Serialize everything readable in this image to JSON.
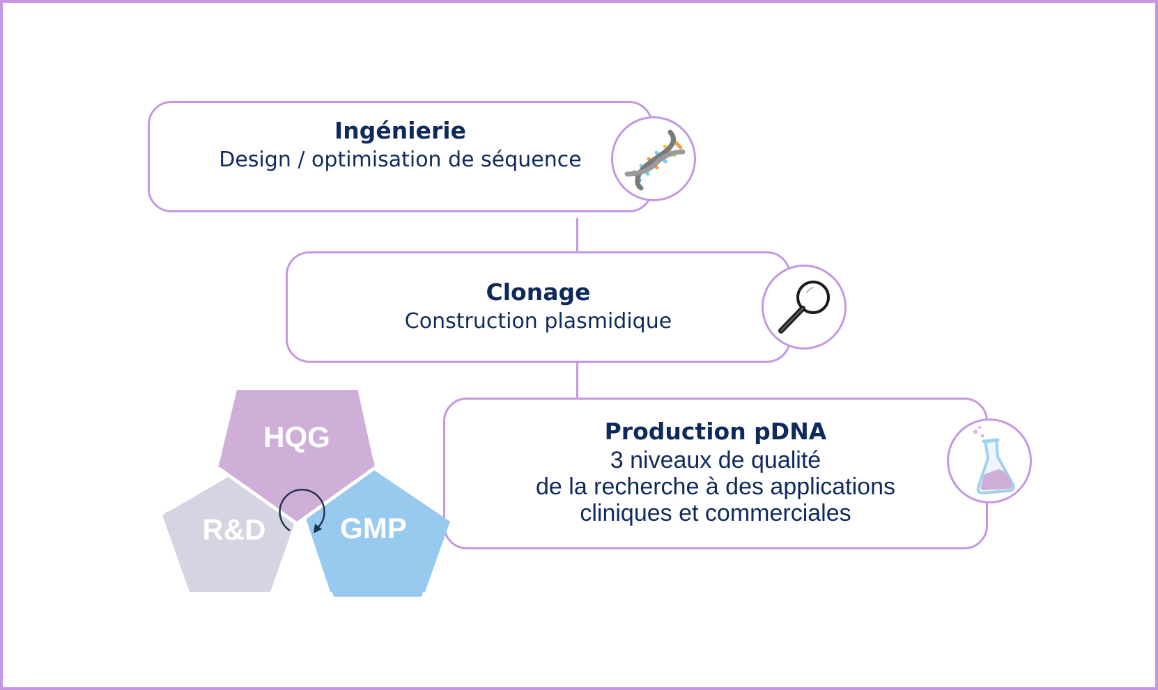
{
  "steps": {
    "engineering": {
      "title": "Ingénierie",
      "subtitle": "Design / optimisation de séquence",
      "icon": "dna-icon"
    },
    "cloning": {
      "title": "Clonage",
      "subtitle": "Construction plasmidique",
      "icon": "magnifier-icon"
    },
    "production": {
      "title": "Production pDNA",
      "lines": [
        "3 niveaux de qualité",
        "de la recherche à des applications",
        "cliniques et commerciales"
      ],
      "icon": "flask-icon"
    }
  },
  "quality_levels": {
    "top": "HQG",
    "left": "R&D",
    "right": "GMP"
  },
  "colors": {
    "border": "#c597e3",
    "text": "#0e2a5c",
    "hqg": "#cfafd8",
    "rnd": "#d4d4e3",
    "gmp": "#98c9ef"
  }
}
